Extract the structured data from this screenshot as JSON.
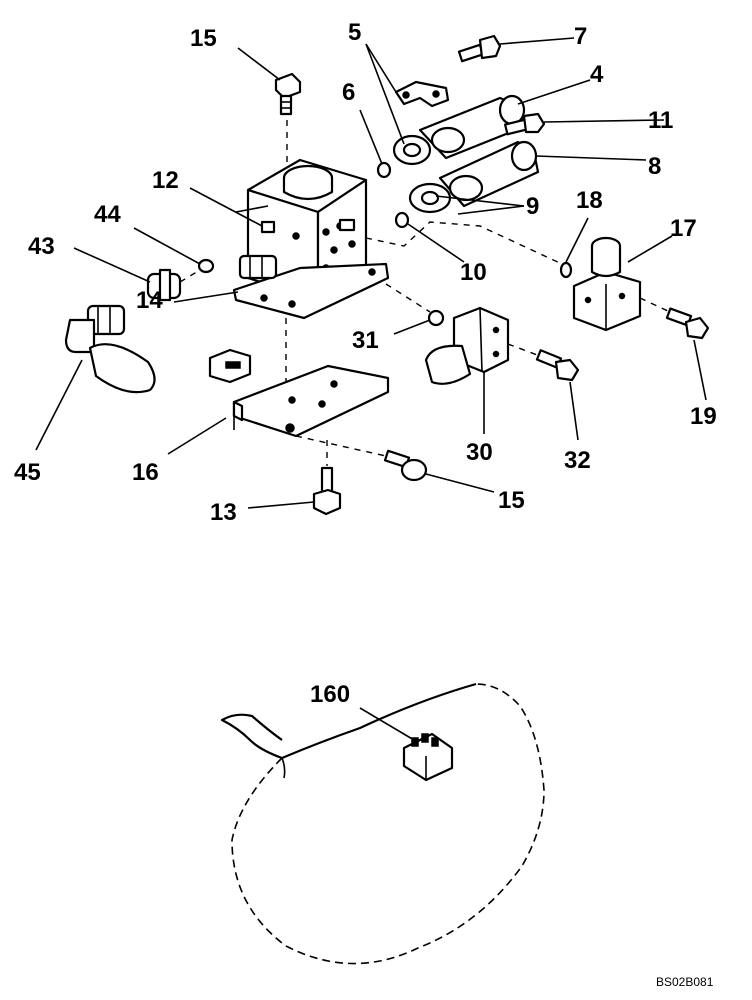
{
  "diagram": {
    "callouts": {
      "c15_top": "15",
      "c5": "5",
      "c7": "7",
      "c4": "4",
      "c6": "6",
      "c11": "11",
      "c12": "12",
      "c8": "8",
      "c44": "44",
      "c9": "9",
      "c18": "18",
      "c17": "17",
      "c43": "43",
      "c10": "10",
      "c14": "14",
      "c31": "31",
      "c19": "19",
      "c45": "45",
      "c16": "16",
      "c30": "30",
      "c32": "32",
      "c15_bottom": "15",
      "c13": "13",
      "c160": "160"
    },
    "reference_code": "BS02B081"
  }
}
